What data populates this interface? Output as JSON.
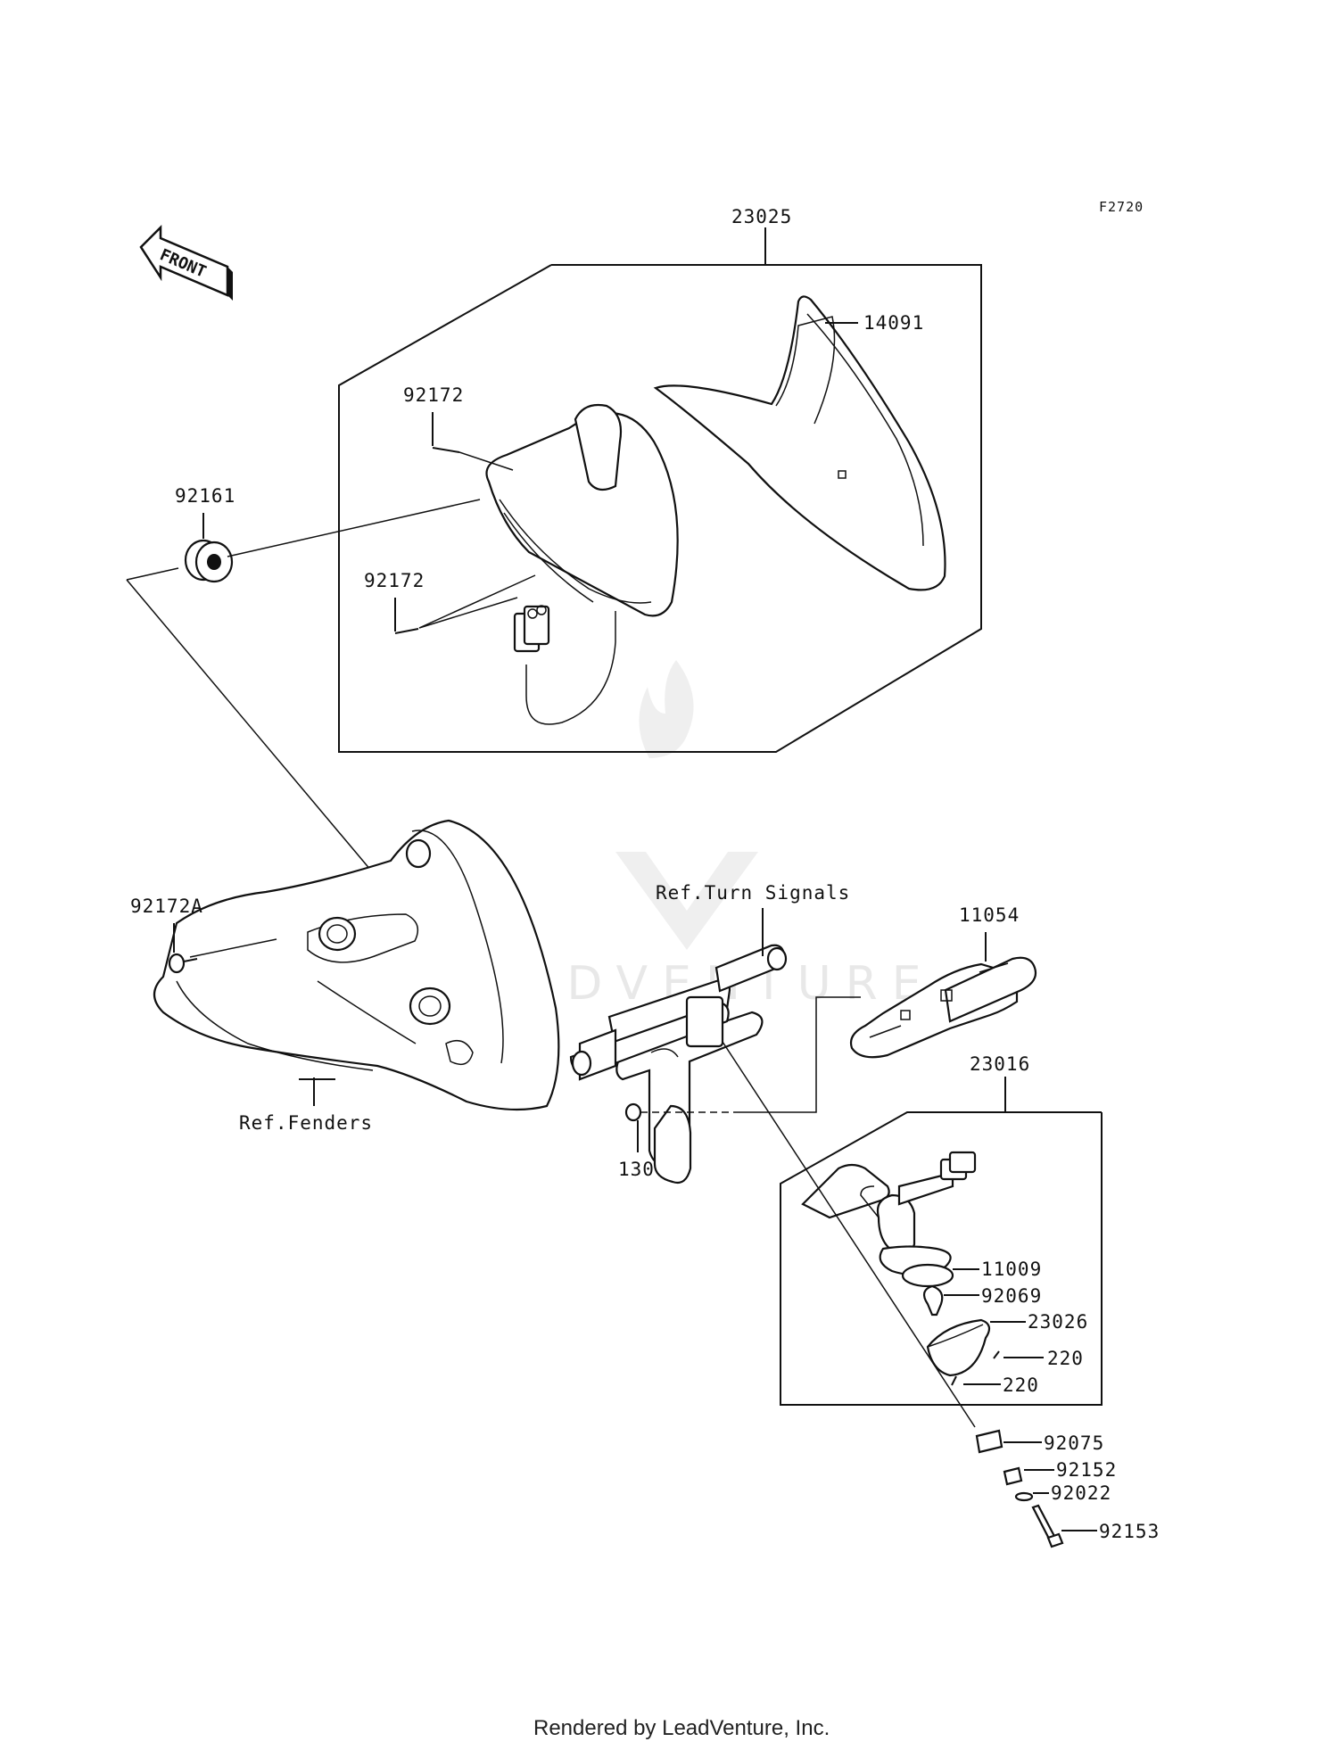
{
  "diagram": {
    "code": "F2720",
    "front_arrow": "FRONT",
    "watermark": "LEADVENTURE",
    "footer": "Rendered by LeadVenture, Inc.",
    "parts": [
      {
        "id": "p23025",
        "label": "23025"
      },
      {
        "id": "p14091",
        "label": "14091"
      },
      {
        "id": "p92172a",
        "label": "92172"
      },
      {
        "id": "p92172b",
        "label": "92172"
      },
      {
        "id": "p92161",
        "label": "92161"
      },
      {
        "id": "p92172A",
        "label": "92172A"
      },
      {
        "id": "pFenders",
        "label": "Ref.Fenders"
      },
      {
        "id": "pTurn",
        "label": "Ref.Turn Signals"
      },
      {
        "id": "p11054",
        "label": "11054"
      },
      {
        "id": "p130",
        "label": "130"
      },
      {
        "id": "p23016",
        "label": "23016"
      },
      {
        "id": "p11009",
        "label": "11009"
      },
      {
        "id": "p92069",
        "label": "92069"
      },
      {
        "id": "p23026",
        "label": "23026"
      },
      {
        "id": "p220a",
        "label": "220"
      },
      {
        "id": "p220b",
        "label": "220"
      },
      {
        "id": "p92075",
        "label": "92075"
      },
      {
        "id": "p92152",
        "label": "92152"
      },
      {
        "id": "p92022",
        "label": "92022"
      },
      {
        "id": "p92153",
        "label": "92153"
      }
    ]
  }
}
